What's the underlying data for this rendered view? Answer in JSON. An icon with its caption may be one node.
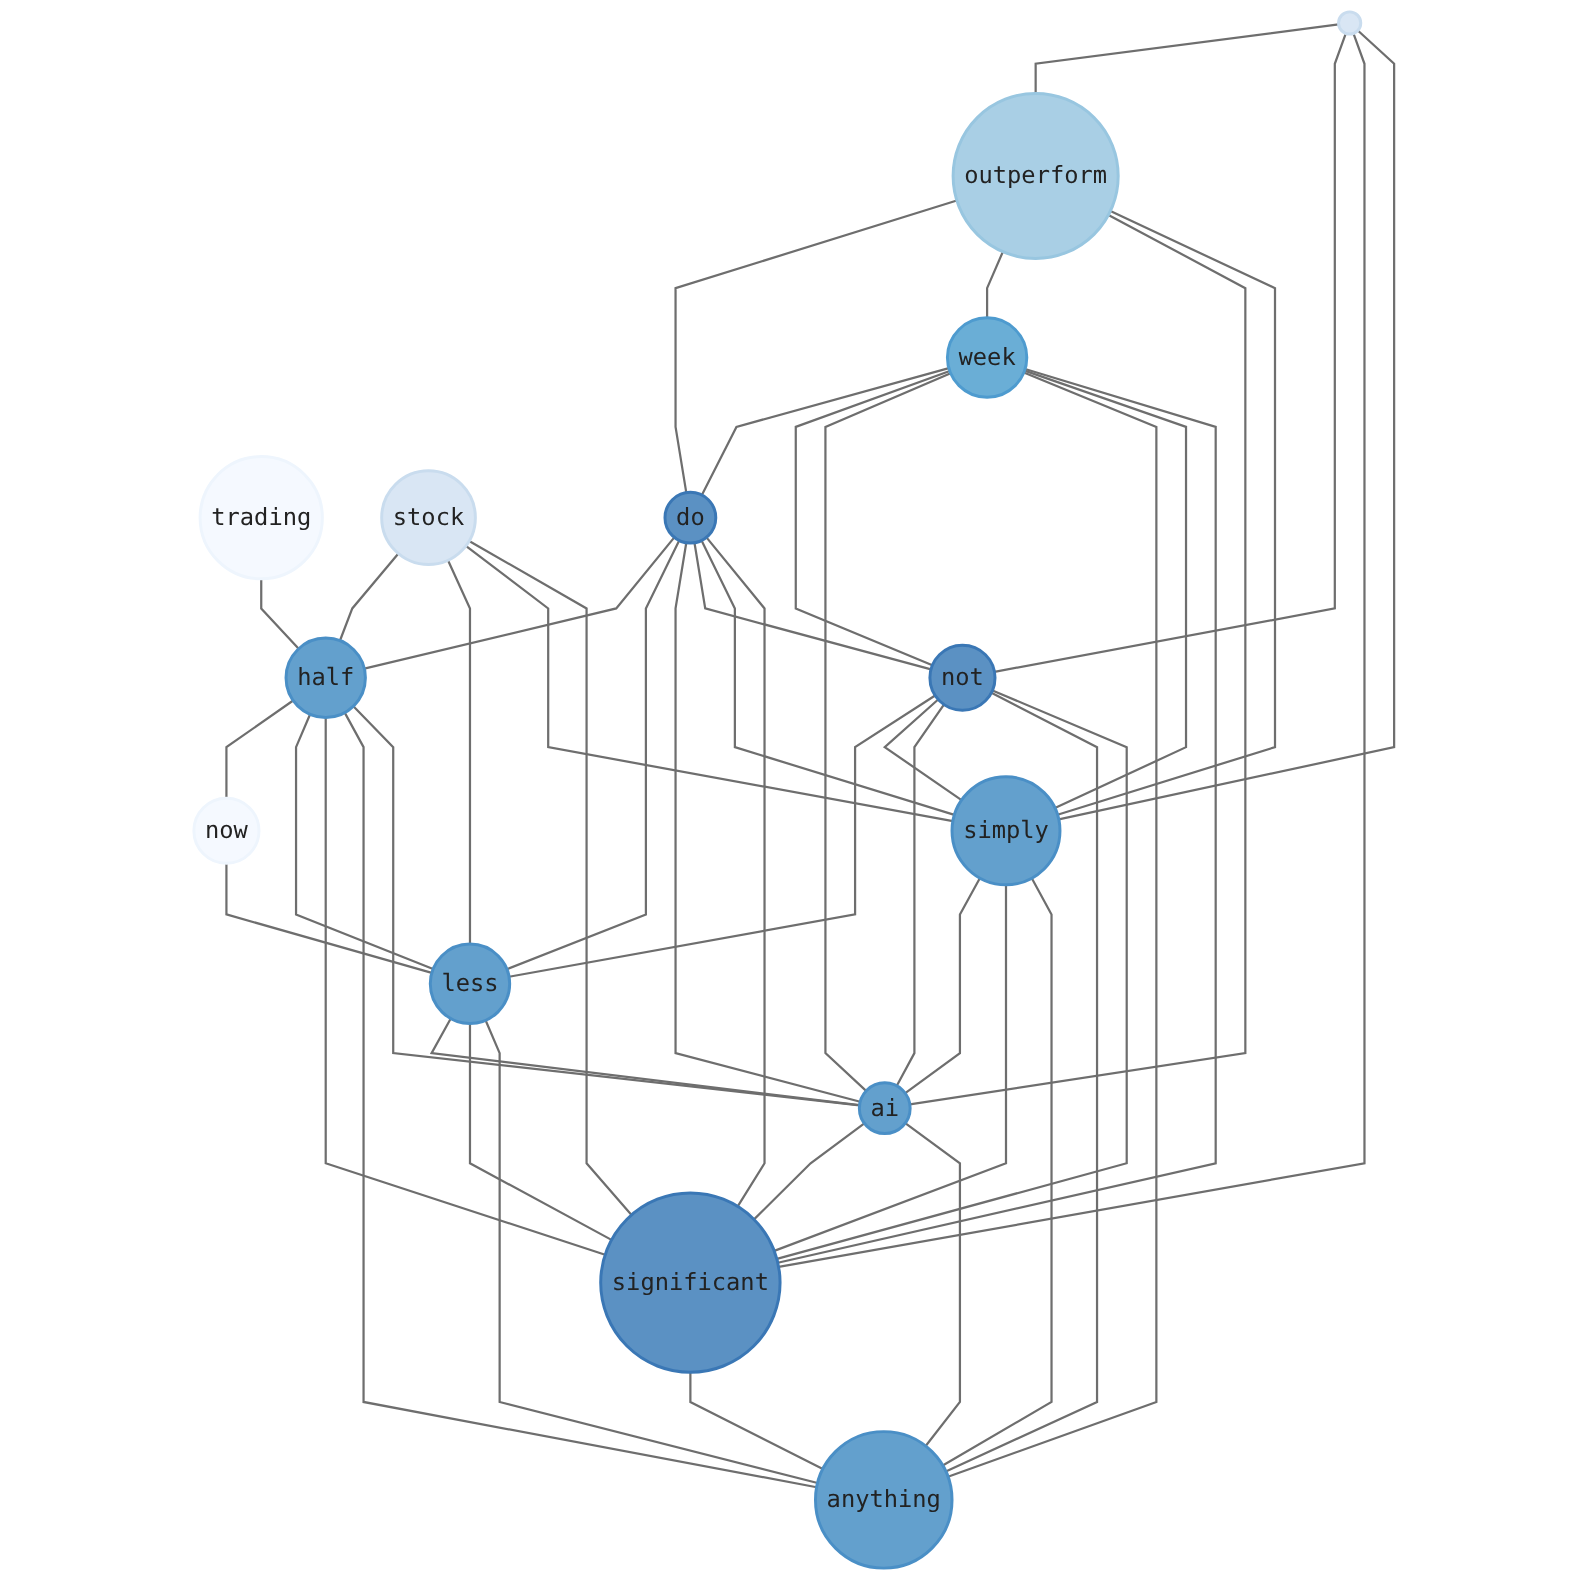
{
  "diagram": {
    "nodes": [
      {
        "text": [],
        "shape": "circle"
      },
      {
        "text": [
          "trading"
        ]
      },
      {
        "text": [
          "outperform"
        ]
      },
      {
        "text": [
          "week"
        ]
      },
      {
        "text": [
          "stock"
        ]
      },
      {
        "text": [
          "do"
        ]
      },
      {
        "text": [
          "not"
        ]
      },
      {
        "text": [
          "half"
        ]
      },
      {
        "text": [
          "simply"
        ]
      },
      {
        "text": [
          "now"
        ]
      },
      {
        "text": [
          "less"
        ]
      },
      {
        "text": [
          "ai"
        ]
      },
      {
        "text": [
          "significant"
        ]
      },
      {
        "text": [
          "anything"
        ]
      }
    ],
    "edges": [
      {
        "from": 0,
        "to": 2,
        "arrow": "none"
      },
      {
        "from": 0,
        "to": 6,
        "arrow": "none"
      },
      {
        "from": 0,
        "to": 12,
        "arrow": "none"
      },
      {
        "from": 0,
        "to": 8,
        "arrow": "none"
      },
      {
        "from": 1,
        "to": 7,
        "arrow": "none"
      },
      {
        "from": 2,
        "to": 5,
        "arrow": "none"
      },
      {
        "from": 2,
        "to": 3,
        "arrow": "none"
      },
      {
        "from": 2,
        "to": 11,
        "arrow": "none"
      },
      {
        "from": 2,
        "to": 8,
        "arrow": "none"
      },
      {
        "from": 3,
        "to": 5,
        "arrow": "none"
      },
      {
        "from": 3,
        "to": 6,
        "arrow": "none"
      },
      {
        "from": 3,
        "to": 11,
        "arrow": "none"
      },
      {
        "from": 3,
        "to": 13,
        "arrow": "none"
      },
      {
        "from": 3,
        "to": 8,
        "arrow": "none"
      },
      {
        "from": 3,
        "to": 12,
        "arrow": "none"
      },
      {
        "from": 4,
        "to": 7,
        "arrow": "none"
      },
      {
        "from": 4,
        "to": 10,
        "arrow": "none"
      },
      {
        "from": 4,
        "to": 8,
        "arrow": "none"
      },
      {
        "from": 4,
        "to": 12,
        "arrow": "none"
      },
      {
        "from": 5,
        "to": 7,
        "arrow": "none"
      },
      {
        "from": 5,
        "to": 10,
        "arrow": "none"
      },
      {
        "from": 5,
        "to": 11,
        "arrow": "none"
      },
      {
        "from": 5,
        "to": 6,
        "arrow": "none"
      },
      {
        "from": 5,
        "to": 8,
        "arrow": "none"
      },
      {
        "from": 5,
        "to": 12,
        "arrow": "none"
      },
      {
        "from": 6,
        "to": 10,
        "arrow": "none"
      },
      {
        "from": 6,
        "to": 8,
        "arrow": "none"
      },
      {
        "from": 6,
        "to": 11,
        "arrow": "none"
      },
      {
        "from": 6,
        "to": 13,
        "arrow": "none"
      },
      {
        "from": 6,
        "to": 12,
        "arrow": "none"
      },
      {
        "from": 7,
        "to": 9,
        "arrow": "none"
      },
      {
        "from": 7,
        "to": 10,
        "arrow": "none"
      },
      {
        "from": 7,
        "to": 12,
        "arrow": "none"
      },
      {
        "from": 7,
        "to": 13,
        "arrow": "none"
      },
      {
        "from": 7,
        "to": 11,
        "arrow": "none"
      },
      {
        "from": 9,
        "to": 10,
        "arrow": "none"
      },
      {
        "from": 8,
        "to": 11,
        "arrow": "none"
      },
      {
        "from": 8,
        "to": 12,
        "arrow": "none"
      },
      {
        "from": 8,
        "to": 13,
        "arrow": "none"
      },
      {
        "from": 10,
        "to": 11,
        "arrow": "none"
      },
      {
        "from": 10,
        "to": 12,
        "arrow": "none"
      },
      {
        "from": 10,
        "to": 13,
        "arrow": "none"
      },
      {
        "from": 11,
        "to": 12,
        "arrow": "none"
      },
      {
        "from": 11,
        "to": 13,
        "arrow": "none"
      },
      {
        "from": 12,
        "to": 13,
        "arrow": "none"
      }
    ]
  }
}
